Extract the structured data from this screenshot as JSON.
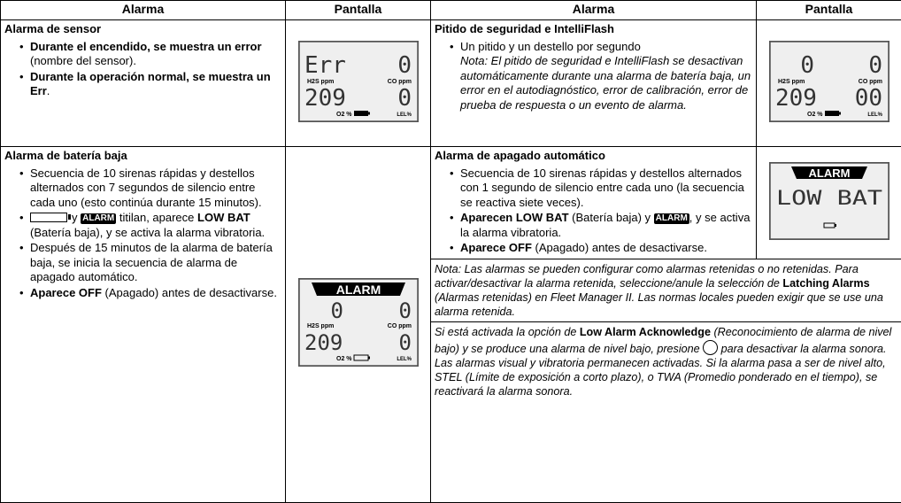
{
  "header": {
    "col1": "Alarma",
    "col2": "Pantalla",
    "col3": "Alarma",
    "col4": "Pantalla"
  },
  "sensor_alarm": {
    "title": "Alarma de sensor",
    "b1_bold": "Durante el encendido, se muestra un error",
    "b1_rest": " (nombre del sensor).",
    "b2_bold": "Durante la operación normal, se muestra un Err",
    "b2_rest": "."
  },
  "low_battery": {
    "title": "Alarma de batería baja",
    "b1": "Secuencia de 10 sirenas rápidas y destellos alternados con 7 segundos de silencio entre cada uno (esto continúa durante 15 minutos).",
    "b2_y": "y",
    "b2_alarm": "ALARM",
    "b2_mid": " titilan, aparece ",
    "b2_low": "LOW BAT",
    "b2_rest": " (Batería baja), y se activa la alarma vibratoria.",
    "b3": "Después de 15 minutos de la alarma de batería baja, se inicia la secuencia de alarma de apagado automático.",
    "b4_bold": "Aparece OFF",
    "b4_rest": " (Apagado) antes de desactivarse."
  },
  "safety_beep": {
    "title": "Pitido de seguridad e IntelliFlash",
    "b1": "Un pitido y un destello por segundo",
    "note": "Nota: El pitido de seguridad e IntelliFlash se desactivan automáticamente durante una alarma de batería baja, un error en el autodiagnóstico, error de calibración, error de prueba de respuesta o un evento de alarma."
  },
  "auto_off": {
    "title": "Alarma de apagado automático",
    "b1": "Secuencia de 10 sirenas rápidas y destellos alternados con 1 segundo de silencio entre cada uno (la secuencia se reactiva siete veces).",
    "b2_bold": "Aparecen LOW BAT",
    "b2_mid": " (Batería baja) y ",
    "b2_alarm": "ALARM",
    "b2_rest": ", y se activa la alarma vibratoria.",
    "b3_bold": "Aparece OFF",
    "b3_rest": " (Apagado) antes de desactivarse."
  },
  "notes": {
    "n1_a": "Nota: Las alarmas se pueden configurar como alarmas retenidas o no retenidas. Para activar/desactivar la alarma retenida, seleccione/anule la selección de ",
    "n1_bold": "Latching Alarms",
    "n1_b": " (Alarmas retenidas) en Fleet Manager II. Las normas locales pueden exigir que se use una alarma retenida.",
    "n2_a": "Si está activada la opción de ",
    "n2_bold": "Low Alarm Acknowledge",
    "n2_b": " (Reconocimiento de alarma de nivel bajo) y se produce una alarma de nivel bajo, presione ",
    "n2_c": " para desactivar la alarma sonora. Las alarmas visual y vibratoria permanecen activadas. Si la alarma pasa a ser de nivel alto, STEL (Límite de exposición a corto plazo), o TWA (Promedio ponderado en el tiempo), se reactivará la alarma sonora."
  },
  "lcd1": {
    "top_left": "Err",
    "top_right": "0",
    "lbl_left": "H2S ppm",
    "lbl_right": "CO ppm",
    "bot_left": "209",
    "bot_right": "0",
    "lbl_o2": "O2 %",
    "lbl_lel": "LEL%"
  },
  "lcd2": {
    "top_left": "0",
    "top_right": "0",
    "lbl_left": "H2S ppm",
    "lbl_right": "CO ppm",
    "bot_left": "209",
    "bot_right": "00",
    "lbl_o2": "O2 %",
    "lbl_lel": "LEL%"
  },
  "lcd3": {
    "banner": "ALARM",
    "top_left": "0",
    "top_right": "0",
    "lbl_left": "H2S ppm",
    "lbl_right": "CO ppm",
    "bot_left": "209",
    "bot_right": "0",
    "lbl_o2": "O2 %",
    "lbl_lel": "LEL%"
  },
  "lcd4": {
    "banner": "ALARM",
    "main": "LOW BAT"
  },
  "colors": {
    "lcd_bg": "#efefef",
    "lcd_border": "#555555",
    "ink": "#000000"
  }
}
